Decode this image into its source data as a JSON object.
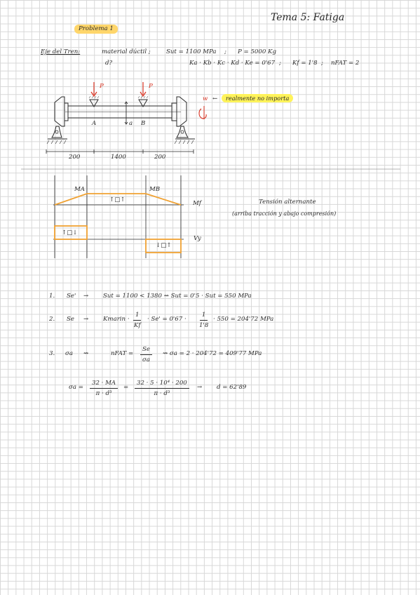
{
  "header": {
    "title": "Tema 5: Fatiga",
    "problem_tag": "Problema 1"
  },
  "statement": {
    "label": "Eje del Tren:",
    "material": "material dúctil ;",
    "sut": "Sut = 1100 MPa",
    "sep1": ";",
    "load": "P = 5000 Kg",
    "question": "d?",
    "factors": "Ka · Kb · Kc · Kd · Ke = 0'67",
    "sep2": ";",
    "kf": "Kf = 1'8",
    "sep3": ";",
    "nfat": "nFAT = 2"
  },
  "diagram": {
    "load_label_left": "P",
    "load_label_right": "P",
    "omega_label": "w",
    "note_arrow": "←",
    "note": "realmente no importa",
    "point_a": "A",
    "point_b": "B",
    "section_label": "a",
    "dims": [
      "200",
      "1400",
      "200"
    ]
  },
  "moment_diagram": {
    "ma_label": "MA",
    "mb_label": "MB",
    "center_symbol": "↑□↑",
    "mf_label": "Mf",
    "left_box_symbol": "↑□↓",
    "right_box_symbol": "↓□↑",
    "vy_label": "Vy",
    "stress_note_1": "Tensión alternante",
    "stress_note_2": "(arriba tracción y abajo compresión)"
  },
  "steps": [
    {
      "num": "1.",
      "symbol": "Se'",
      "arrow": "→",
      "text": "Sut = 1100 < 1380  ⇝  Sut = 0'5 · Sut = 550 MPa"
    },
    {
      "num": "2.",
      "symbol": "Se",
      "arrow": "→",
      "pre": "Kmarin ·",
      "frac_n": "1",
      "frac_d": "Kf",
      "mid": "· Se' = 0'67 ·",
      "frac2_n": "1",
      "frac2_d": "1'8",
      "post": "· 550 = 204'72 MPa"
    },
    {
      "num": "3.",
      "symbol": "σa",
      "arrow": "⇝",
      "pre": "nFAT =",
      "frac_n": "Se",
      "frac_d": "σa",
      "post": "⇝  σa = 2 · 204'72 = 409'77 MPa"
    }
  ],
  "final": {
    "lhs": "σa =",
    "frac1_n": "32 · MA",
    "frac1_d": "π · d³",
    "eq": "=",
    "frac2_n": "32 · 5 · 10⁴ · 200",
    "frac2_d": "π · d³",
    "arrow": "→",
    "result": "d = 62'89"
  }
}
